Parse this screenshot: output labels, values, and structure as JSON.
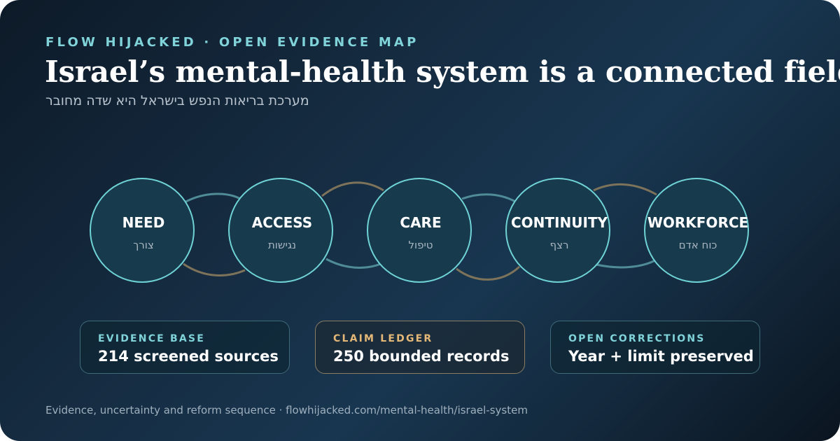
{
  "header": {
    "eyebrow": "FLOW HIJACKED · OPEN EVIDENCE MAP",
    "title": "Israel’s mental-health system is a connected field.",
    "subtitle": "מערכת בריאות הנפש בישראל היא שדה מחובר"
  },
  "flow": {
    "nodes": [
      {
        "label": "NEED",
        "label_he": "צורך"
      },
      {
        "label": "ACCESS",
        "label_he": "נגישות"
      },
      {
        "label": "CARE",
        "label_he": "טיפול"
      },
      {
        "label": "CONTINUITY",
        "label_he": "רצף"
      },
      {
        "label": "WORKFORCE",
        "label_he": "כוח אדם"
      }
    ],
    "colors": {
      "node_stroke": "#6fd3d6",
      "node_fill": "#173a4d",
      "link_teal": "#4f8c97",
      "link_gold": "#7d725a"
    }
  },
  "stats": [
    {
      "label": "EVIDENCE BASE",
      "value": "214 screened sources",
      "accent": "#7fd3d9"
    },
    {
      "label": "CLAIM LEDGER",
      "value": "250 bounded records",
      "accent": "#e5b877"
    },
    {
      "label": "OPEN CORRECTIONS",
      "value": "Year + limit preserved",
      "accent": "#7fd3d9"
    }
  ],
  "footer": {
    "text": "Evidence, uncertainty and reform sequence · flowhijacked.com/mental-health/israel-system"
  }
}
